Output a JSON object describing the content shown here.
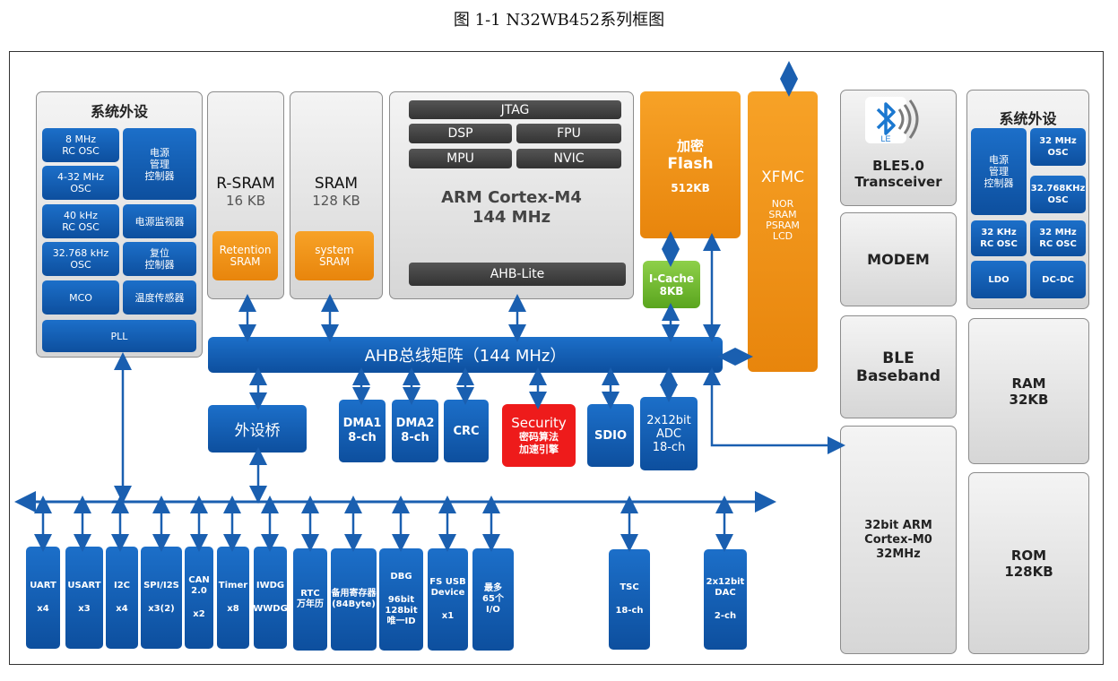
{
  "caption": "图  1-1 N32WB452系列框图",
  "left_periph": {
    "title": "系统外设",
    "items": [
      "8 MHz\nRC OSC",
      "电源\n管理\n控制器",
      "4-32 MHz\nOSC",
      "40 kHz\nRC OSC",
      "电源监视器",
      "32.768 kHz\nOSC",
      "复位\n控制器",
      "MCO",
      "温度传感器",
      "PLL"
    ]
  },
  "rsram": {
    "title": "R-SRAM",
    "size": "16 KB",
    "sub": "Retention\nSRAM"
  },
  "sram": {
    "title": "SRAM",
    "size": "128 KB",
    "sub": "system\nSRAM"
  },
  "cpu": {
    "jtag": "JTAG",
    "dsp": "DSP",
    "fpu": "FPU",
    "mpu": "MPU",
    "nvic": "NVIC",
    "core": "ARM Cortex-M4",
    "freq": "144 MHz",
    "bus": "AHB-Lite"
  },
  "flash": {
    "title": "加密",
    "name": "Flash",
    "size": "512KB"
  },
  "icache": {
    "name": "I-Cache",
    "size": "8KB"
  },
  "xfmc": {
    "title": "XFMC",
    "desc": "NOR\nSRAM\nPSRAM\nLCD"
  },
  "ahb": "AHB总线矩阵（144 MHz）",
  "bridge": "外设桥",
  "dma1": "DMA1\n8-ch",
  "dma2": "DMA2\n8-ch",
  "crc": "CRC",
  "security": {
    "title": "Security",
    "desc": "密码算法\n加速引擎"
  },
  "sdio": "SDIO",
  "adc": "2x12bit\nADC\n18-ch",
  "peripherals": [
    {
      "top": "UART",
      "bottom": "x4"
    },
    {
      "top": "USART",
      "bottom": "x3"
    },
    {
      "top": "I2C",
      "bottom": "x4"
    },
    {
      "top": "SPI/I2S",
      "bottom": "x3(2)"
    },
    {
      "top": "CAN\n2.0",
      "bottom": "x2"
    },
    {
      "top": "Timer",
      "bottom": "x8"
    },
    {
      "top": "IWDG",
      "bottom": "WWDG"
    },
    {
      "top": "RTC\n万年历",
      "bottom": ""
    },
    {
      "top": "备用寄存器\n(84Byte)",
      "bottom": ""
    },
    {
      "top": "DBG",
      "bottom": "96bit\n128bit\n唯一ID"
    },
    {
      "top": "FS USB\nDevice",
      "bottom": "x1"
    },
    {
      "top": "最多\n65个\nI/O",
      "bottom": ""
    },
    {
      "top": "TSC",
      "bottom": "18-ch"
    },
    {
      "top": "2x12bit\nDAC",
      "bottom": "2-ch"
    }
  ],
  "ble": {
    "transceiver": "BLE5.0\nTransceiver",
    "le": "LE",
    "modem": "MODEM",
    "baseband": "BLE\nBaseband",
    "m0": "32bit ARM\nCortex-M0\n32MHz"
  },
  "right_periph": {
    "title": "系统外设",
    "items": [
      "电源\n管理\n控制器",
      "32 MHz\nOSC",
      "32.768KHz\nOSC",
      "32 KHz\nRC OSC",
      "32 MHz\nRC OSC",
      "LDO",
      "DC-DC"
    ]
  },
  "ram": "RAM\n32KB",
  "rom": "ROM\n128KB"
}
